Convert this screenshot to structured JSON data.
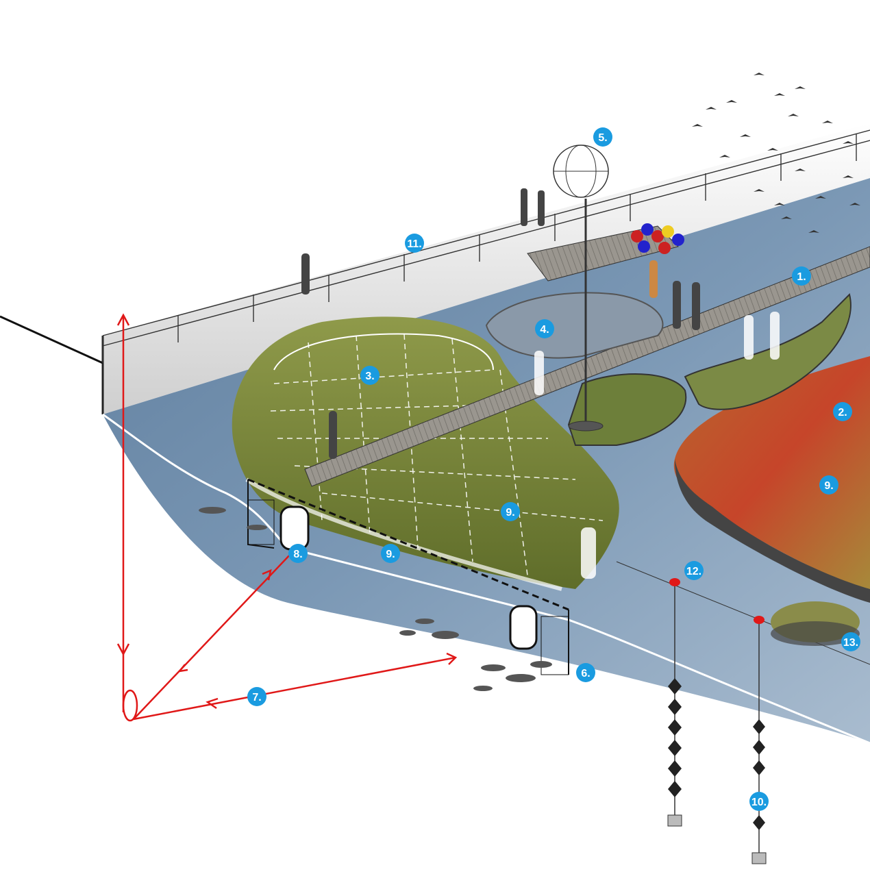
{
  "diagram": {
    "kind": "axonometric landscape section of a floating river park",
    "colors": {
      "marker": "#1a9be0",
      "arrow": "#e01818",
      "water": "#6f8fae",
      "reeds": "#7d8a3a",
      "flowers": "#c0442a",
      "deck": "#8d8a84",
      "quay": "#d9d9d9"
    },
    "markers": [
      {
        "id": "m1",
        "label": "1."
      },
      {
        "id": "m2",
        "label": "2."
      },
      {
        "id": "m3",
        "label": "3."
      },
      {
        "id": "m4",
        "label": "4."
      },
      {
        "id": "m5",
        "label": "5."
      },
      {
        "id": "m6",
        "label": "6."
      },
      {
        "id": "m7",
        "label": "7."
      },
      {
        "id": "m8",
        "label": "8."
      },
      {
        "id": "m9a",
        "label": "9."
      },
      {
        "id": "m9b",
        "label": "9."
      },
      {
        "id": "m9c",
        "label": "9."
      },
      {
        "id": "m10",
        "label": "10."
      },
      {
        "id": "m11",
        "label": "11."
      },
      {
        "id": "m12",
        "label": "12."
      },
      {
        "id": "m13",
        "label": "13."
      }
    ]
  }
}
